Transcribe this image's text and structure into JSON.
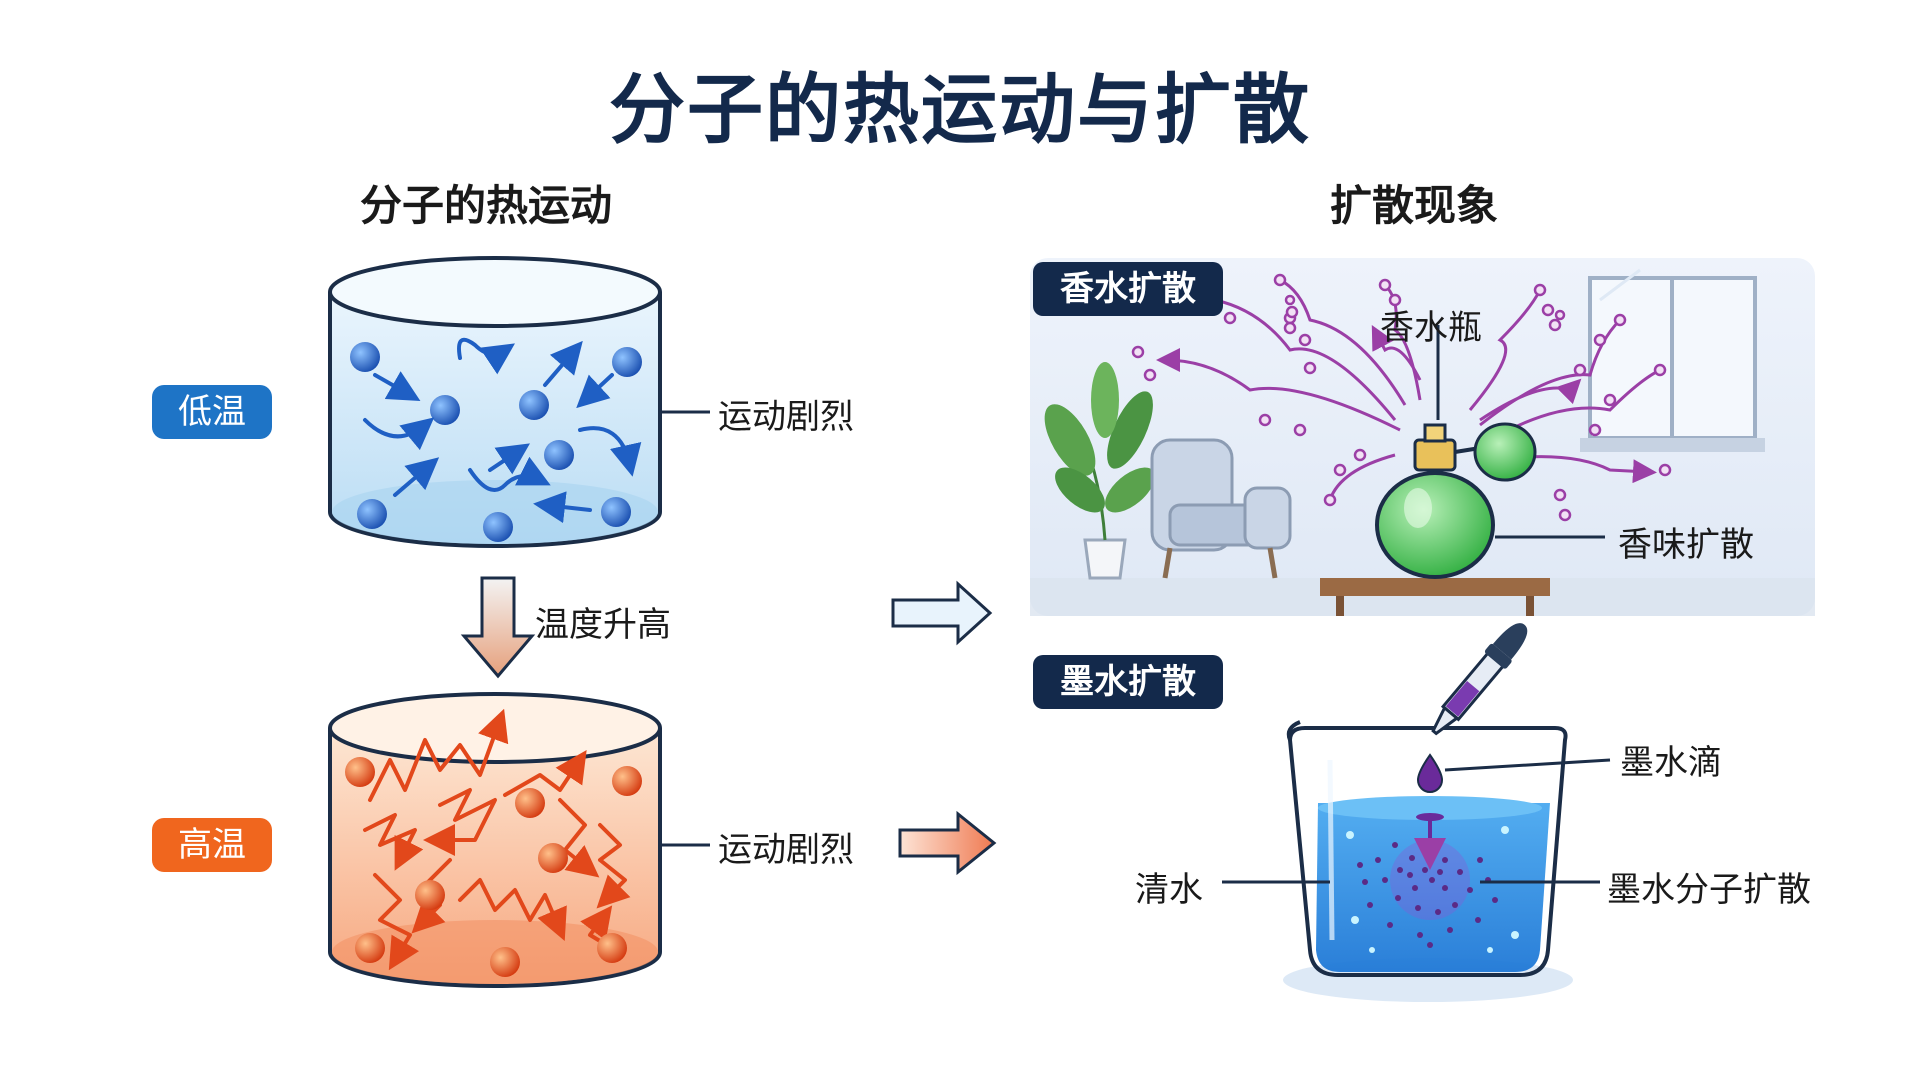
{
  "title": "分子的热运动与扩散",
  "left": {
    "heading": "分子的热运动",
    "low_temp_badge": "低温",
    "high_temp_badge": "高温",
    "low_motion_label": "运动剧烈",
    "high_motion_label": "运动剧烈",
    "transition_label": "温度升高",
    "colors": {
      "cold_badge": "#1e74c6",
      "hot_badge": "#f0661e",
      "cold_molecule": "#1f5fc4",
      "hot_molecule": "#e2481b"
    }
  },
  "right": {
    "heading": "扩散现象",
    "perfume": {
      "tag": "香水扩散",
      "bottle_label": "香水瓶",
      "scent_label": "香味扩散"
    },
    "ink": {
      "tag": "墨水扩散",
      "drop_label": "墨水滴",
      "water_label": "清水",
      "molecules_label": "墨水分子扩散"
    }
  }
}
